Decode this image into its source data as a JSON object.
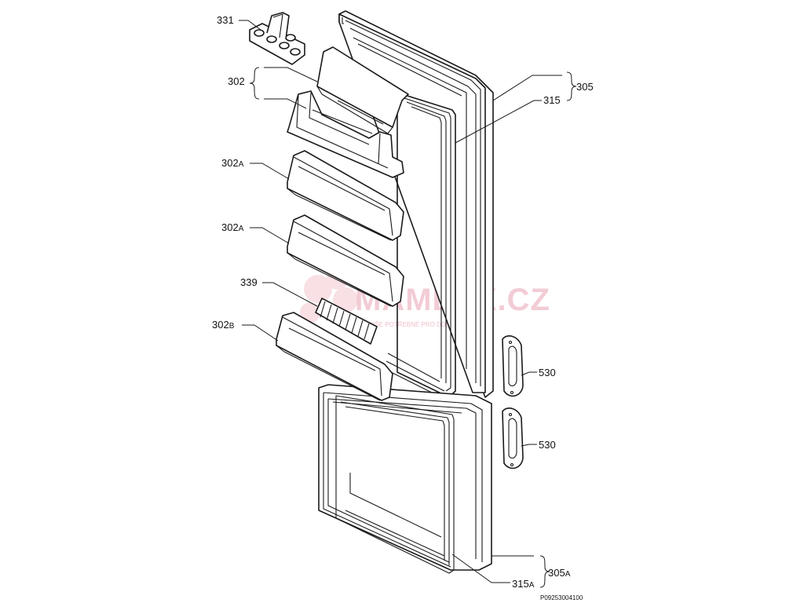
{
  "labels": {
    "l331": "331",
    "l302": "302",
    "l302a_1": "302",
    "l302a_2": "302",
    "l302a_suffix": "A",
    "l339": "339",
    "l302b": "302",
    "l302b_suffix": "B",
    "l305": "305",
    "l315": "315",
    "l530_1": "530",
    "l530_2": "530",
    "l305a": "305",
    "l305a_suffix": "A",
    "l315a": "315",
    "l315a_suffix": "A"
  },
  "drawing_code": "P09253004100",
  "watermark": {
    "brand": "MAMLUX.CZ",
    "tagline": "VŠE POTŘEBNÉ PRO DOMÁCNOST"
  },
  "colors": {
    "line": "#1a1a1a",
    "watermark": "#e9a3b3"
  }
}
